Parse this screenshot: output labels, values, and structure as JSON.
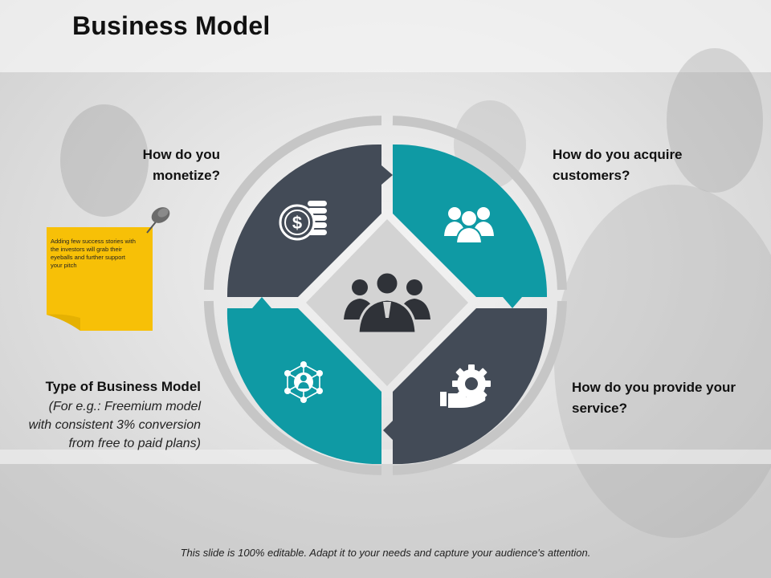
{
  "title": "Business Model",
  "segments": {
    "top_left": {
      "label": "How do you monetize?",
      "icon": "dollar-coins-icon",
      "color": "#434b57"
    },
    "top_right": {
      "label": "How do you acquire customers?",
      "icon": "customers-group-icon",
      "color": "#0f9aa4"
    },
    "bottom_right": {
      "label": "How do you provide your service?",
      "icon": "gear-hand-icon",
      "color": "#434b57"
    },
    "bottom_left": {
      "label": "Type of Business Model",
      "sublabel": "(For e.g.: Freemium model with consistent 3% conversion from free to paid plans)",
      "icon": "network-person-icon",
      "color": "#0f9aa4"
    }
  },
  "center": {
    "icon": "business-team-icon"
  },
  "sticky_note": {
    "text": "Adding few success stories with the investors will grab their eyeballs and further support your pitch",
    "color": "#f7c007"
  },
  "footer": "This slide is 100% editable. Adapt it to your needs and capture your audience's attention."
}
